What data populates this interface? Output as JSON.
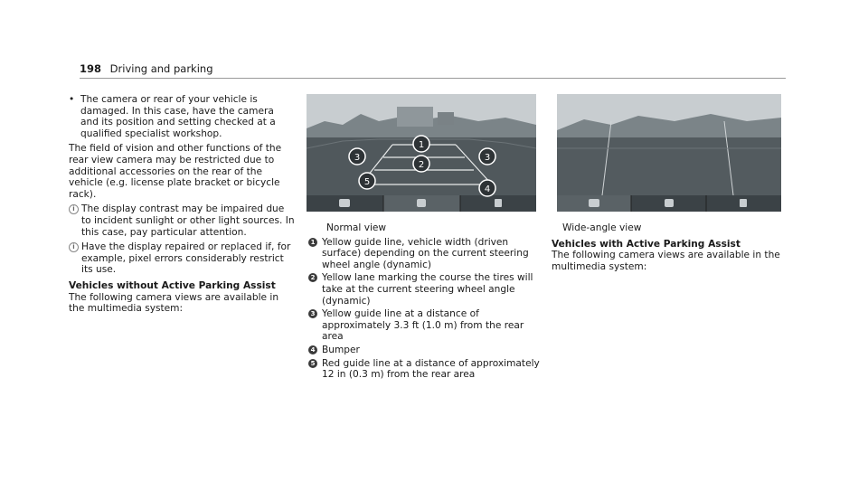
{
  "header": {
    "page_number": "198",
    "section": "Driving and parking"
  },
  "col1": {
    "bullet": "The camera or rear of your vehicle is damaged. In this case, have the camera and its position and setting checked at a qualified specialist workshop.",
    "para": "The field of vision and other functions of the rear view camera may be restricted due to additional accessories on the rear of the vehicle (e.g. license plate bracket or bicycle rack).",
    "note1": "The display contrast may be impaired due to incident sunlight or other light sources. In this case, pay particular attention.",
    "note2": "Have the display repaired or replaced if, for example, pixel errors considerably restrict its use.",
    "heading": "Vehicles without Active Parking Assist",
    "intro": "The following camera views are available in the multimedia system:"
  },
  "col2": {
    "caption": "Normal view",
    "items": [
      {
        "num": "1",
        "text": "Yellow guide line, vehicle width (driven surface) depending on the current steering wheel angle (dynamic)"
      },
      {
        "num": "2",
        "text": "Yellow lane marking the course the tires will take at the current steering wheel angle (dynamic)"
      },
      {
        "num": "3",
        "text": "Yellow guide line at a distance of approximately 3.3 ft (1.0 m) from the rear area"
      },
      {
        "num": "4",
        "text": "Bumper"
      },
      {
        "num": "5",
        "text": "Red guide line at a distance of approximately 12 in (0.3 m) from the rear area"
      }
    ],
    "callouts": [
      "1",
      "2",
      "3",
      "3",
      "4",
      "5"
    ]
  },
  "col3": {
    "caption": "Wide-angle view",
    "heading": "Vehicles with Active Parking Assist",
    "intro": "The following camera views are available in the multimedia system:"
  },
  "colors": {
    "sky": "#c9ced1",
    "ground": "#4f575b",
    "guide_white": "#e8eaea",
    "callout_bg": "#2e3336"
  },
  "icons": [
    "camera-view-icon",
    "rear-view-icon",
    "trailer-icon"
  ]
}
